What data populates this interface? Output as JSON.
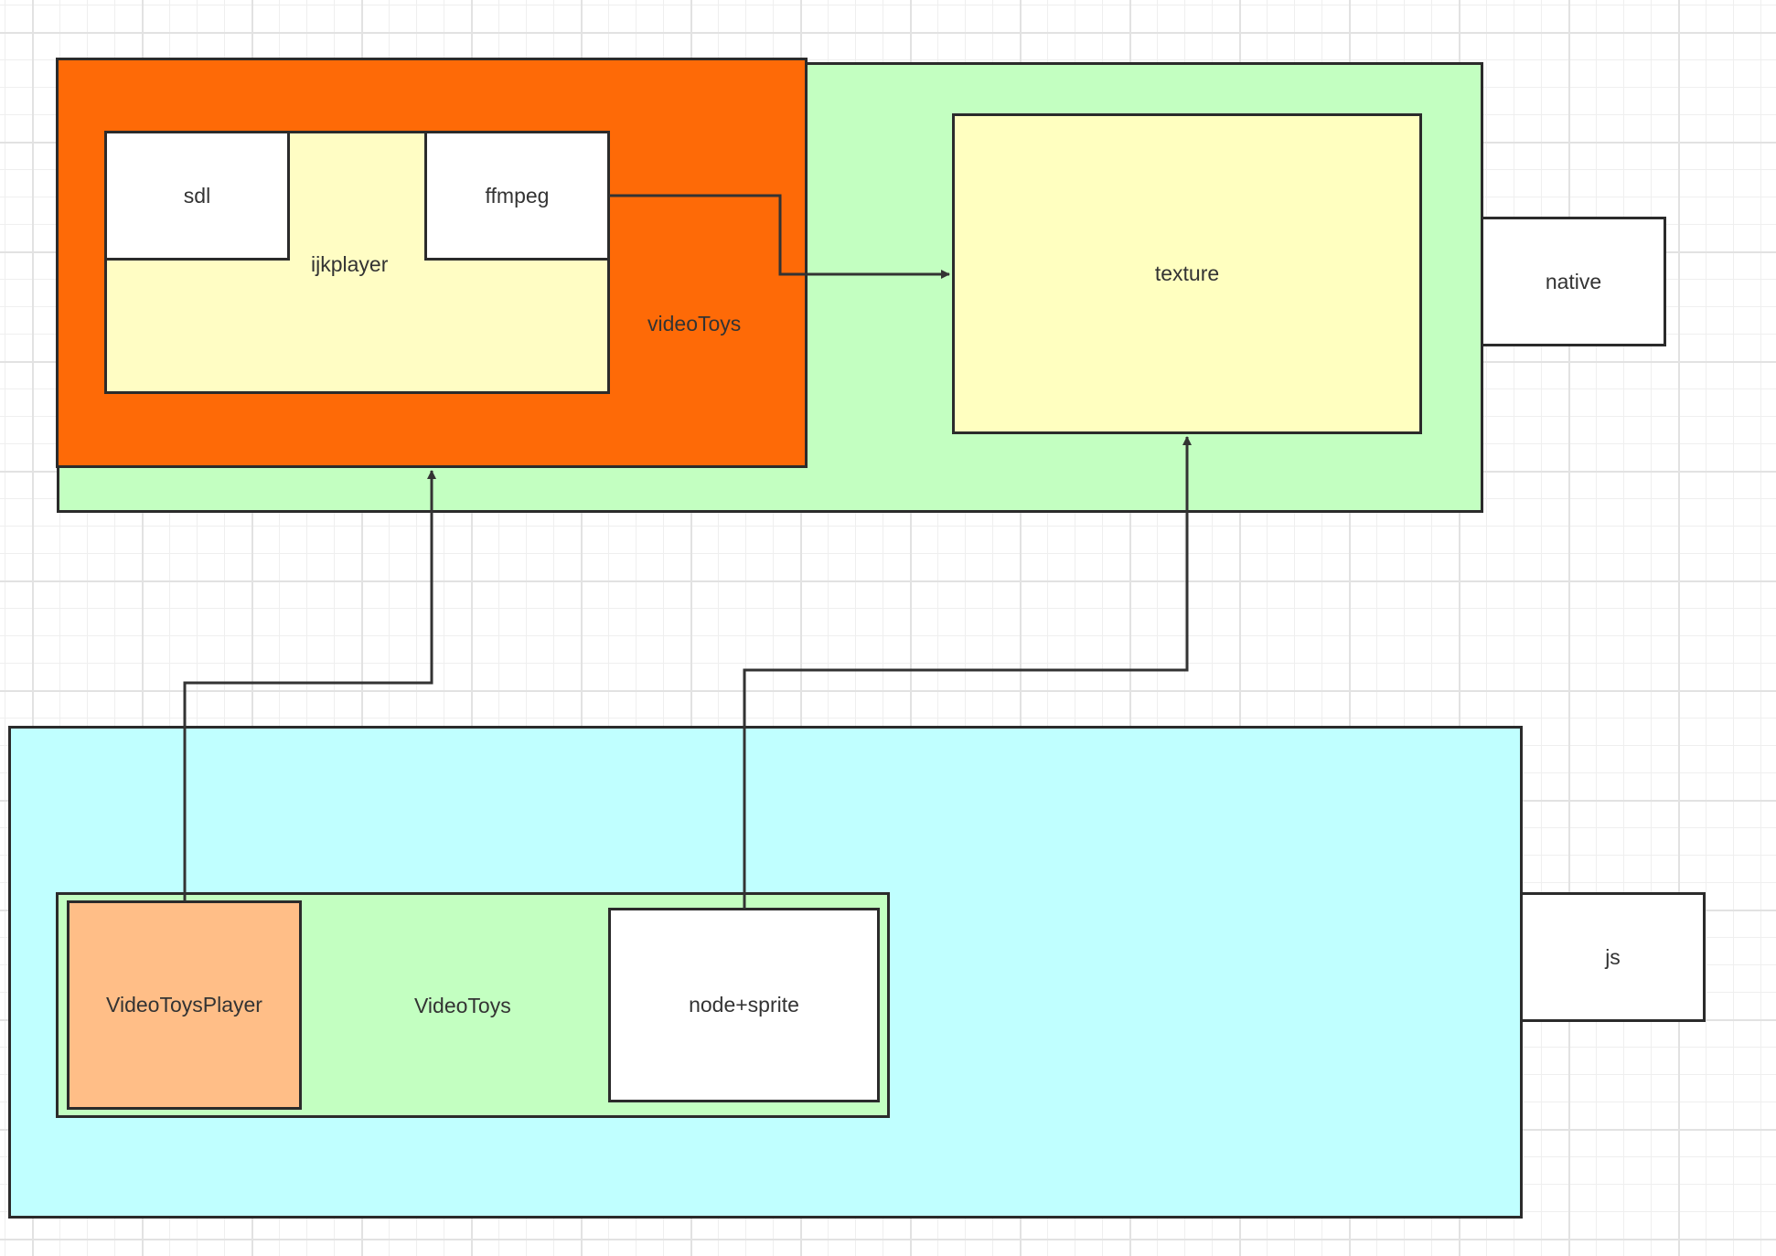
{
  "native_layer": {
    "label": "native",
    "color": "#c3ffc1"
  },
  "video_toys_native": {
    "label": "videoToys",
    "color": "#fe6a07"
  },
  "ijkplayer": {
    "label": "ijkplayer",
    "color": "#fffdc4"
  },
  "sdl": {
    "label": "sdl"
  },
  "ffmpeg": {
    "label": "ffmpeg"
  },
  "texture": {
    "label": "texture",
    "color": "#ffffc0"
  },
  "js_layer": {
    "label": "js",
    "color": "#c0ffff"
  },
  "video_toys_js": {
    "label": "VideoToys",
    "color": "#c3ffc1"
  },
  "video_toys_player": {
    "label": "VideoToysPlayer",
    "color": "#ffbe87"
  },
  "node_sprite": {
    "label": "node+sprite"
  }
}
